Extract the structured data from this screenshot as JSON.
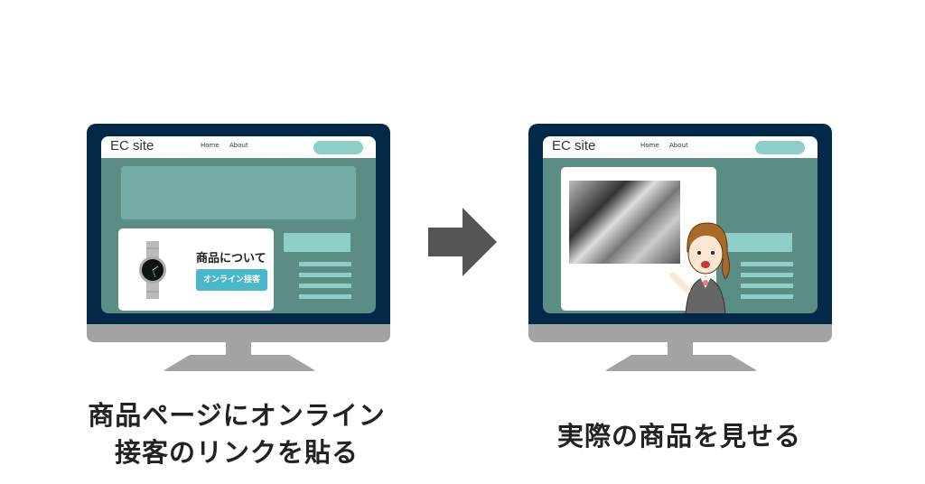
{
  "left_monitor": {
    "logo": "EC site",
    "nav": [
      "Home",
      "About"
    ],
    "card_title": "商品について",
    "card_button": "オンライン接客"
  },
  "right_monitor": {
    "logo": "EC site",
    "nav": [
      "Home",
      "About"
    ]
  },
  "arrow": "right-arrow-icon",
  "captions": {
    "left_line1": "商品ページにオンライン",
    "left_line2": "接客のリンクを貼る",
    "right": "実際の商品を見せる"
  },
  "colors": {
    "frame": "#022a48",
    "screen": "#5c8d85",
    "accent": "#8fcdc9",
    "button": "#4bb8c9"
  }
}
